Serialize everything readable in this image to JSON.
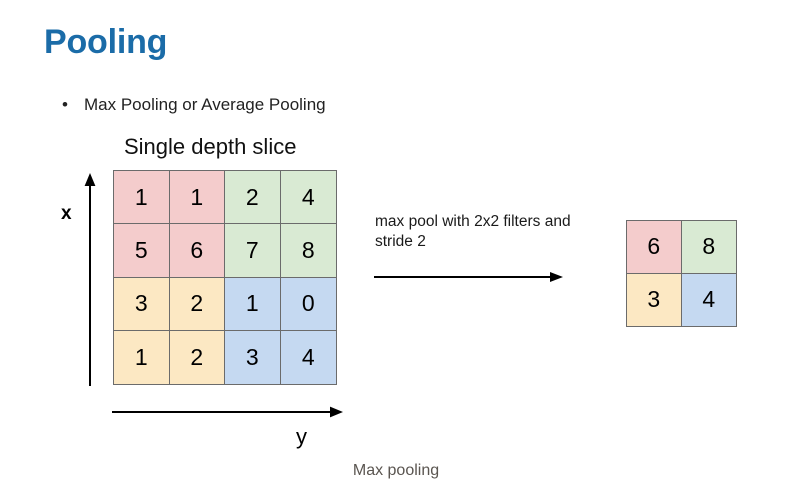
{
  "slide": {
    "title": "Pooling",
    "title_color": "#1b6ca8",
    "background": "#ffffff",
    "caption": "Max pooling",
    "caption_color": "#5a5550"
  },
  "bullet": {
    "marker": "•",
    "text": "Max Pooling or Average Pooling"
  },
  "diagram": {
    "heading": "Single depth slice",
    "axis_x_label": "x",
    "axis_y_label": "y",
    "transform_note": "max pool with 2x2 filters and stride 2",
    "arrow_icon": "right-arrow-icon"
  },
  "palette": {
    "pink": "#f4cccc",
    "green": "#d9ead3",
    "yellow": "#fce8c3",
    "blue": "#c5d9f1",
    "border": "#6b6b6b"
  },
  "chart_data": {
    "type": "table",
    "title": "Max pooling",
    "xlabel": "y",
    "ylabel": "x",
    "annotation": "max pool with 2x2 filters and stride 2",
    "input": {
      "label": "Single depth slice",
      "rows": 4,
      "cols": 4,
      "values": [
        [
          1,
          1,
          2,
          4
        ],
        [
          5,
          6,
          7,
          8
        ],
        [
          3,
          2,
          1,
          0
        ],
        [
          1,
          2,
          3,
          4
        ]
      ],
      "cell_colors": [
        [
          "#f4cccc",
          "#f4cccc",
          "#d9ead3",
          "#d9ead3"
        ],
        [
          "#f4cccc",
          "#f4cccc",
          "#d9ead3",
          "#d9ead3"
        ],
        [
          "#fce8c3",
          "#fce8c3",
          "#c5d9f1",
          "#c5d9f1"
        ],
        [
          "#fce8c3",
          "#fce8c3",
          "#c5d9f1",
          "#c5d9f1"
        ]
      ]
    },
    "output": {
      "rows": 2,
      "cols": 2,
      "values": [
        [
          6,
          8
        ],
        [
          3,
          4
        ]
      ],
      "cell_colors": [
        [
          "#f4cccc",
          "#d9ead3"
        ],
        [
          "#fce8c3",
          "#c5d9f1"
        ]
      ]
    },
    "pool_size": "2x2",
    "stride": 2
  }
}
